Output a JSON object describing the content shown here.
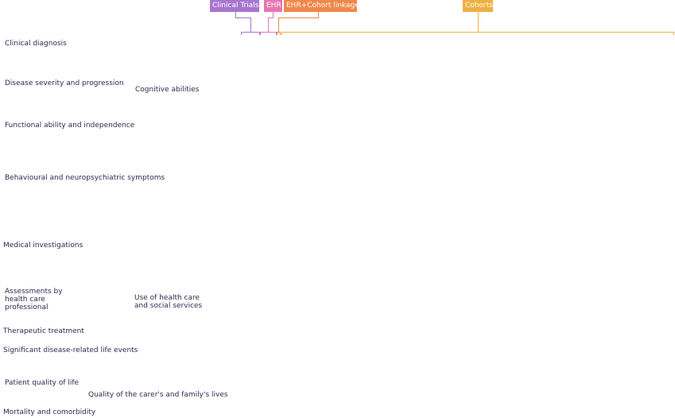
{
  "categories": [
    {
      "key": "clinical_trials",
      "label": "Clinical Trials",
      "color": "#a775cf"
    },
    {
      "key": "ehr",
      "label": "EHR",
      "color": "#e875b4"
    },
    {
      "key": "ehr_cohort",
      "label": "EHR+Cohort linkage",
      "color": "#f0874a"
    },
    {
      "key": "cohorts",
      "label": "Cohorts",
      "color": "#eeb040"
    }
  ],
  "domains": [
    {
      "label": "Clinical diagnosis"
    },
    {
      "label": "Disease severity and progression"
    },
    {
      "label": "Cognitive abilities"
    },
    {
      "label": "Functional ability and independence"
    },
    {
      "label": "Behavioural and neuropsychiatric symptoms"
    },
    {
      "label": "Medical investigations"
    },
    {
      "label": "Assessments by health care professional"
    },
    {
      "label": "Use of health care and social services"
    },
    {
      "label": "Therapeutic treatment"
    },
    {
      "label": "Significant disease-related life events"
    },
    {
      "label": "Patient quality of life"
    },
    {
      "label": "Quality of the carer's and family's lives"
    },
    {
      "label": "Mortality and comorbidity"
    }
  ],
  "text_color": "#2d2a4f"
}
